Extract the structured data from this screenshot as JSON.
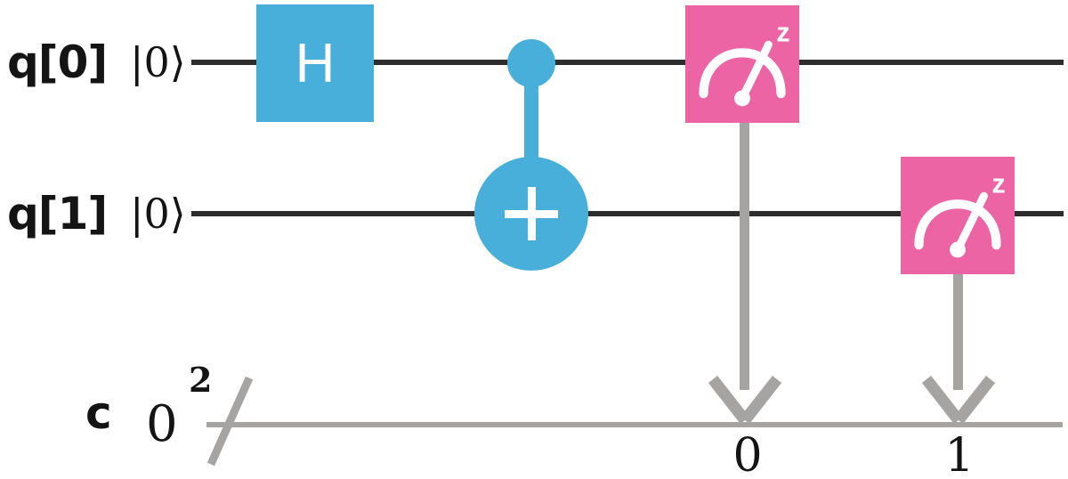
{
  "palette": {
    "gate_blue": "#48AFDB",
    "gate_pink": "#EC64A3",
    "quantum_wire": "#2d2d2d",
    "classical_wire": "#a6a3a3",
    "text": "#141414",
    "gate_glyph": "#ffffff"
  },
  "qubits": [
    {
      "label": "q[0]",
      "initial_state": "|0⟩"
    },
    {
      "label": "q[1]",
      "initial_state": "|0⟩"
    }
  ],
  "classical_register": {
    "name": "c",
    "index": "0",
    "bus_width": "2"
  },
  "gates": {
    "hadamard": {
      "label": "H",
      "qubit": 0
    },
    "cnot": {
      "control_qubit": 0,
      "target_qubit": 1,
      "target_symbol": "plus"
    },
    "measurements": [
      {
        "qubit": 0,
        "basis_superscript": "z",
        "target_bit": "0"
      },
      {
        "qubit": 1,
        "basis_superscript": "z",
        "target_bit": "1"
      }
    ]
  },
  "icons": {
    "measurement": "gauge-meter-icon",
    "classical_target": "down-arrowhead-icon",
    "bus_width_marker": "slash-icon"
  }
}
